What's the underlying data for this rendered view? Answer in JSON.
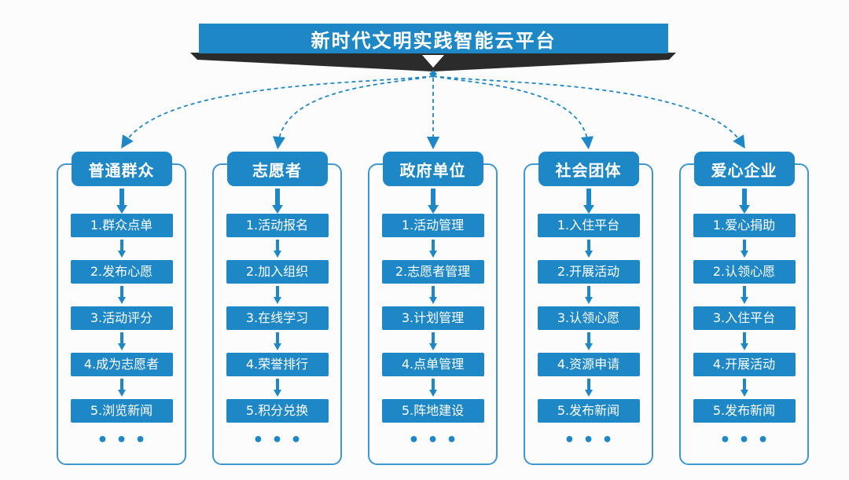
{
  "header": {
    "title": "新时代文明实践智能云平台"
  },
  "colors": {
    "primary_blue": "#1e87c6",
    "frame_border_blue": "#3e97cf",
    "ribbon_dark": "#2b2b2b",
    "background": "#fcfcfc",
    "text_on_blue": "#ffffff"
  },
  "columns": [
    {
      "title": "普通群众",
      "items": [
        "1.群众点单",
        "2.发布心愿",
        "3.活动评分",
        "4.成为志愿者",
        "5.浏览新闻"
      ],
      "more": "•••"
    },
    {
      "title": "志愿者",
      "items": [
        "1.活动报名",
        "2.加入组织",
        "3.在线学习",
        "4.荣誉排行",
        "5.积分兑换"
      ],
      "more": "•••"
    },
    {
      "title": "政府单位",
      "items": [
        "1.活动管理",
        "2.志愿者管理",
        "3.计划管理",
        "4.点单管理",
        "5.阵地建设"
      ],
      "more": "•••"
    },
    {
      "title": "社会团体",
      "items": [
        "1.入住平台",
        "2.开展活动",
        "3.认领心愿",
        "4.资源申请",
        "5.发布新闻"
      ],
      "more": "•••"
    },
    {
      "title": "爱心企业",
      "items": [
        "1.爱心捐助",
        "2.认领心愿",
        "3.入住平台",
        "4.开展活动",
        "5.发布新闻"
      ],
      "more": "•••"
    }
  ]
}
